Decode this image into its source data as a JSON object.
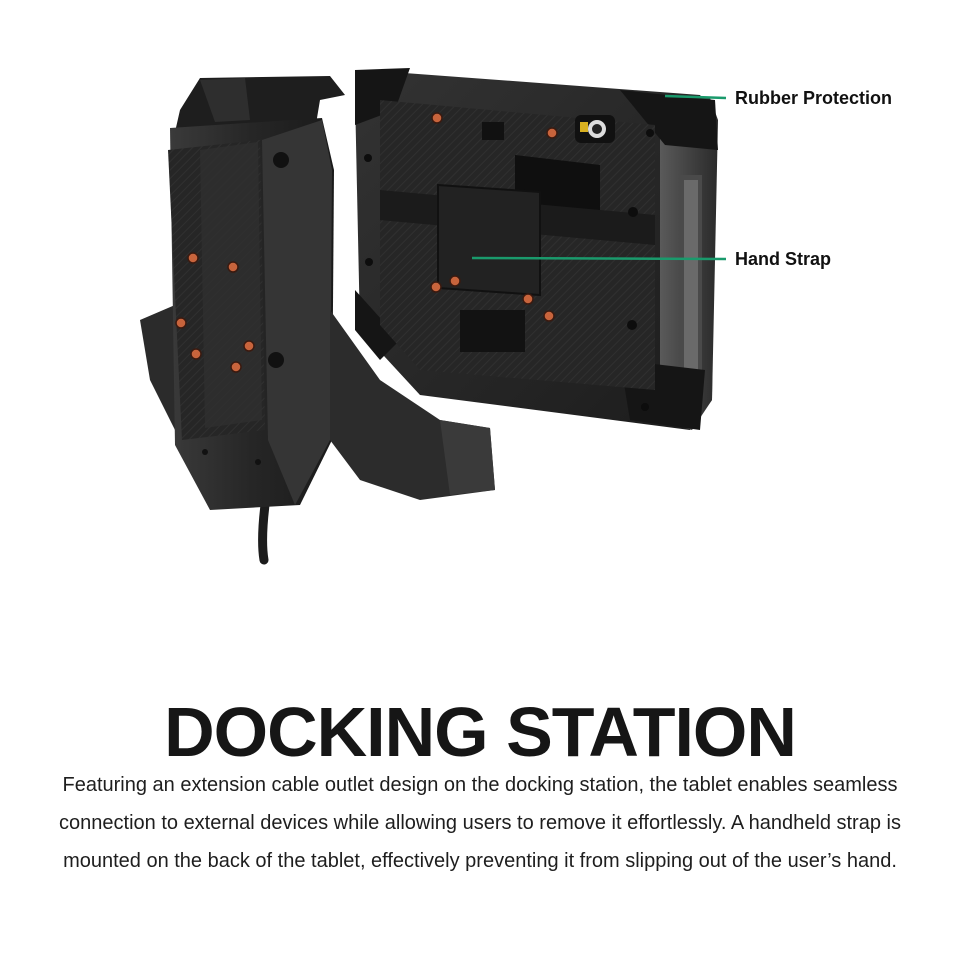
{
  "callouts": {
    "rubber_protection": "Rubber Protection",
    "hand_strap": "Hand Strap",
    "line_color": "#1a9a6c"
  },
  "headline": "DOCKING STATION",
  "description": {
    "lines": [
      "Featuring an extension cable outlet design on the docking station, the tablet enables seamless",
      "connection to external devices while allowing users to remove it effortlessly.  A handheld strap is",
      "mounted on the back of the tablet, effectively preventing it from slipping out of the user’s hand."
    ]
  },
  "colors": {
    "background": "#ffffff",
    "device_body": "#2a2a2a",
    "screw_accent": "#c8643c"
  }
}
